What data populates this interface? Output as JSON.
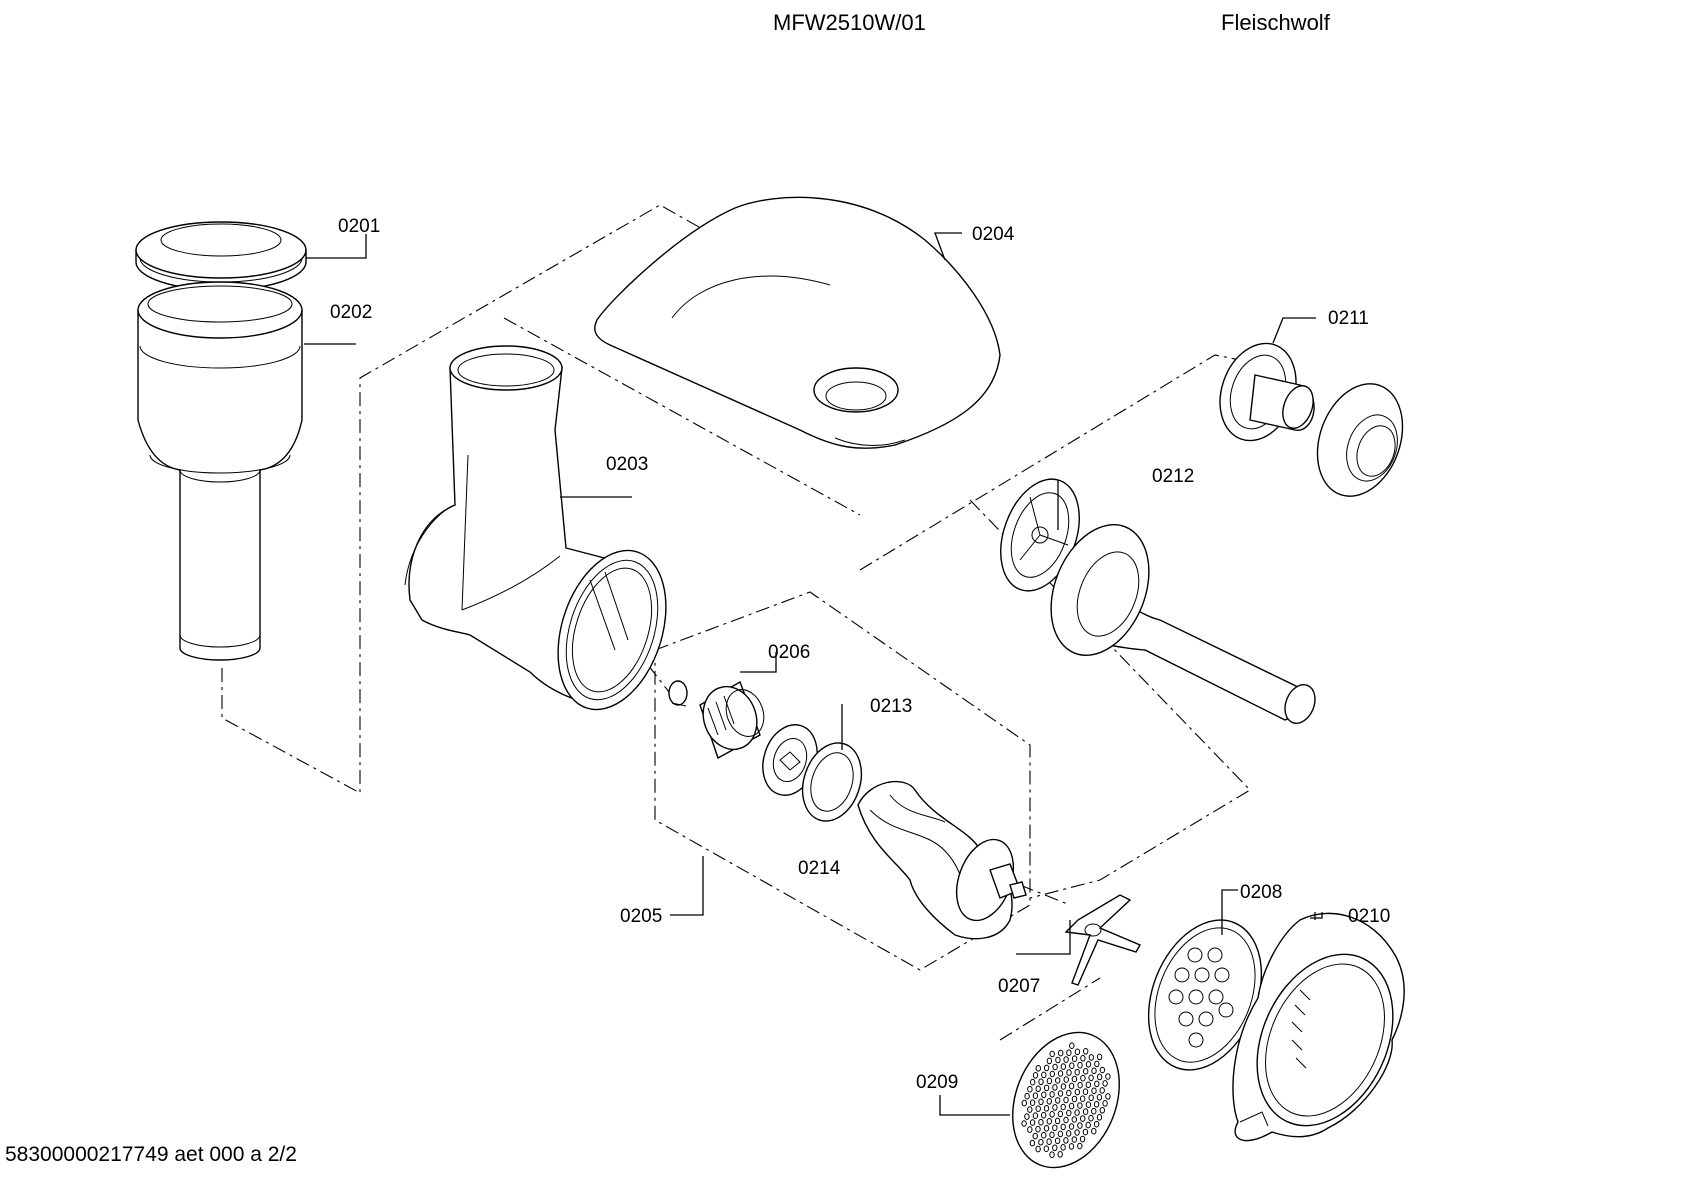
{
  "header": {
    "model": "MFW2510W/01",
    "title": "Fleischwolf"
  },
  "footer": {
    "doc_ref": "58300000217749 aet 000 a 2/2"
  },
  "parts": [
    {
      "id": "0201",
      "label": "0201"
    },
    {
      "id": "0202",
      "label": "0202"
    },
    {
      "id": "0203",
      "label": "0203"
    },
    {
      "id": "0204",
      "label": "0204"
    },
    {
      "id": "0205",
      "label": "0205"
    },
    {
      "id": "0206",
      "label": "0206"
    },
    {
      "id": "0207",
      "label": "0207"
    },
    {
      "id": "0208",
      "label": "0208"
    },
    {
      "id": "0209",
      "label": "0209"
    },
    {
      "id": "0210",
      "label": "0210"
    },
    {
      "id": "0211",
      "label": "0211"
    },
    {
      "id": "0212",
      "label": "0212"
    },
    {
      "id": "0213",
      "label": "0213"
    },
    {
      "id": "0214",
      "label": "0214"
    }
  ]
}
